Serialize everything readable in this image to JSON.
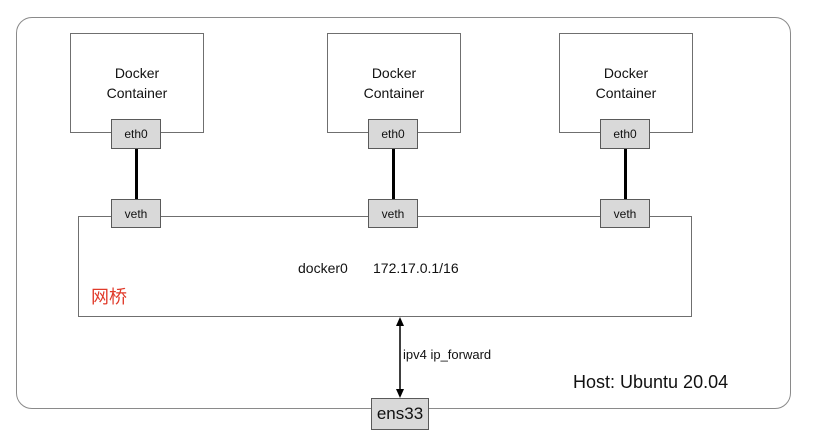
{
  "containers": [
    {
      "label_line1": "Docker",
      "label_line2": "Container",
      "eth": "eth0",
      "veth": "veth"
    },
    {
      "label_line1": "Docker",
      "label_line2": "Container",
      "eth": "eth0",
      "veth": "veth"
    },
    {
      "label_line1": "Docker",
      "label_line2": "Container",
      "eth": "eth0",
      "veth": "veth"
    }
  ],
  "bridge": {
    "name": "docker0",
    "ip": "172.17.0.1/16",
    "label_cn": "网桥",
    "label_color": "#e03a2a"
  },
  "host": {
    "label": "Host: Ubuntu 20.04",
    "interface": "ens33",
    "forward_label": "ipv4 ip_forward"
  }
}
